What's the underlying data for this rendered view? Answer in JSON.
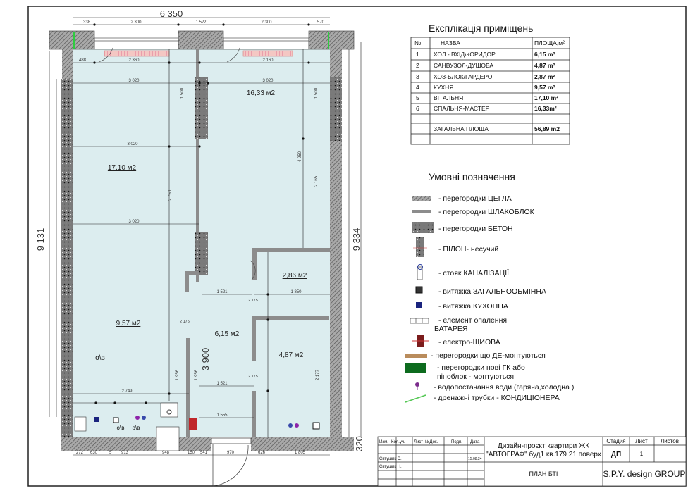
{
  "plan": {
    "total_width": "6 350",
    "left_height": "9 131",
    "right_height": "9 334",
    "corridor_length": "3 900",
    "bottom_wall": "320",
    "top_dims": [
      "338",
      "2 300",
      "1 522",
      "2 300",
      "570"
    ],
    "inner_dims": [
      "488",
      "2 360",
      "2 160",
      "3 020",
      "3 020",
      "3 020",
      "3 020",
      "1 500",
      "1 500",
      "4 950",
      "2 165",
      "2 750",
      "1 521",
      "1 521",
      "1 850",
      "1 555",
      "2 749",
      "2 177",
      "1 956",
      "1 956"
    ],
    "bottom_dims": [
      "272",
      "630",
      "5",
      "913",
      "948",
      "150",
      "541",
      "970",
      "626",
      "1 805"
    ],
    "door_marks": [
      "2 175",
      "2 175",
      "2 175"
    ],
    "rooms": [
      {
        "label": "17,10 м2"
      },
      {
        "label": "16,33 м2"
      },
      {
        "label": "9,57 м2"
      },
      {
        "label": "6,15 м2"
      },
      {
        "label": "2,86 м2"
      },
      {
        "label": "4,87 м2"
      }
    ],
    "vent_labels": [
      "о\\в",
      "о\\в",
      "о\\в"
    ]
  },
  "explication": {
    "title": "Експлікація приміщень",
    "headers": [
      "№",
      "НАЗВА",
      "ПЛОЩА,м²"
    ],
    "rows": [
      {
        "n": "1",
        "name": "ХОЛ - ВХІД\\КОРИДОР",
        "area": "6,15 m²"
      },
      {
        "n": "2",
        "name": "САНВУЗОЛ-ДУШОВА",
        "area": "4,87 m²"
      },
      {
        "n": "3",
        "name": "ХОЗ-БЛОК/ГАРДЕРО",
        "area": "2,87 m²"
      },
      {
        "n": "4",
        "name": "КУХНЯ",
        "area": "9,57 m²"
      },
      {
        "n": "5",
        "name": "ВІТАЛЬНЯ",
        "area": "17,10 m²"
      },
      {
        "n": "6",
        "name": "СПАЛЬНЯ-МАСТЕР",
        "area": "16,33m²"
      }
    ],
    "total_label": "ЗАГАЛЬНА ПЛОЩА",
    "total_value": "56,89 m2"
  },
  "legend": {
    "title": "Умовні позначення",
    "items": [
      {
        "icon": "brick-partition",
        "text": "- перегородки ЦЕГЛА"
      },
      {
        "icon": "cinderblock-partition",
        "text": "- перегородки ШЛАКОБЛОК"
      },
      {
        "icon": "concrete-partition",
        "text": "- перегородки БЕТОН"
      },
      {
        "icon": "pylon",
        "text": "- ПІЛОН- несучий"
      },
      {
        "icon": "sewer-riser",
        "text": "- стояк КАНАЛІЗАЦІЇ"
      },
      {
        "icon": "general-vent",
        "text": "- витяжка ЗАГАЛЬНООБМІННА"
      },
      {
        "icon": "kitchen-vent",
        "text": "- витяжка КУХОННА"
      },
      {
        "icon": "radiator",
        "text": "- елемент опалення",
        "text2": "БАТАРЕЯ"
      },
      {
        "icon": "electrical-panel",
        "text": "- електро-ЩИОВА"
      },
      {
        "icon": "dismantled-partition",
        "text": "- перегородки що ДЕ-монтуються"
      },
      {
        "icon": "new-partition",
        "text": "- перегородки нові ГК або",
        "text2": "пінoблок - монтуються"
      },
      {
        "icon": "water-supply",
        "text": "- водопостачання води (гаряча,холодна )"
      },
      {
        "icon": "drain-pipe",
        "text": "- дренажні трубки - КОНДИЦІОНЕРА"
      }
    ]
  },
  "title_block": {
    "col_headers": [
      "Изм.",
      "Кол.уч.",
      "Лист",
      "№Док.",
      "Подп.",
      "Дата"
    ],
    "person1": "Євтушик С.",
    "person2": "Євтушик Н.",
    "date": "15.08.24",
    "project_line1": "Дизайн-проєкт квартири ЖК",
    "project_line2": "\"АВТОГРАФ\" буд1 кв.179 21 поверх",
    "stage_label": "Стадия",
    "sheet_label": "Лист",
    "sheets_label": "Листов",
    "stage": "ДП",
    "sheet": "1",
    "drawing_name": "ПЛАН БТІ",
    "company": "S.P.Y. design GROUP"
  },
  "colors": {
    "floor": "#dcedef",
    "wall": "#8c8c8c",
    "concrete": "#6e6e6e",
    "radiator": "#f4c7c3",
    "new_partition": "#0d6b1e",
    "dismantle": "#b98c5c",
    "electric": "#c0262a",
    "water": "#7b2c8c"
  }
}
